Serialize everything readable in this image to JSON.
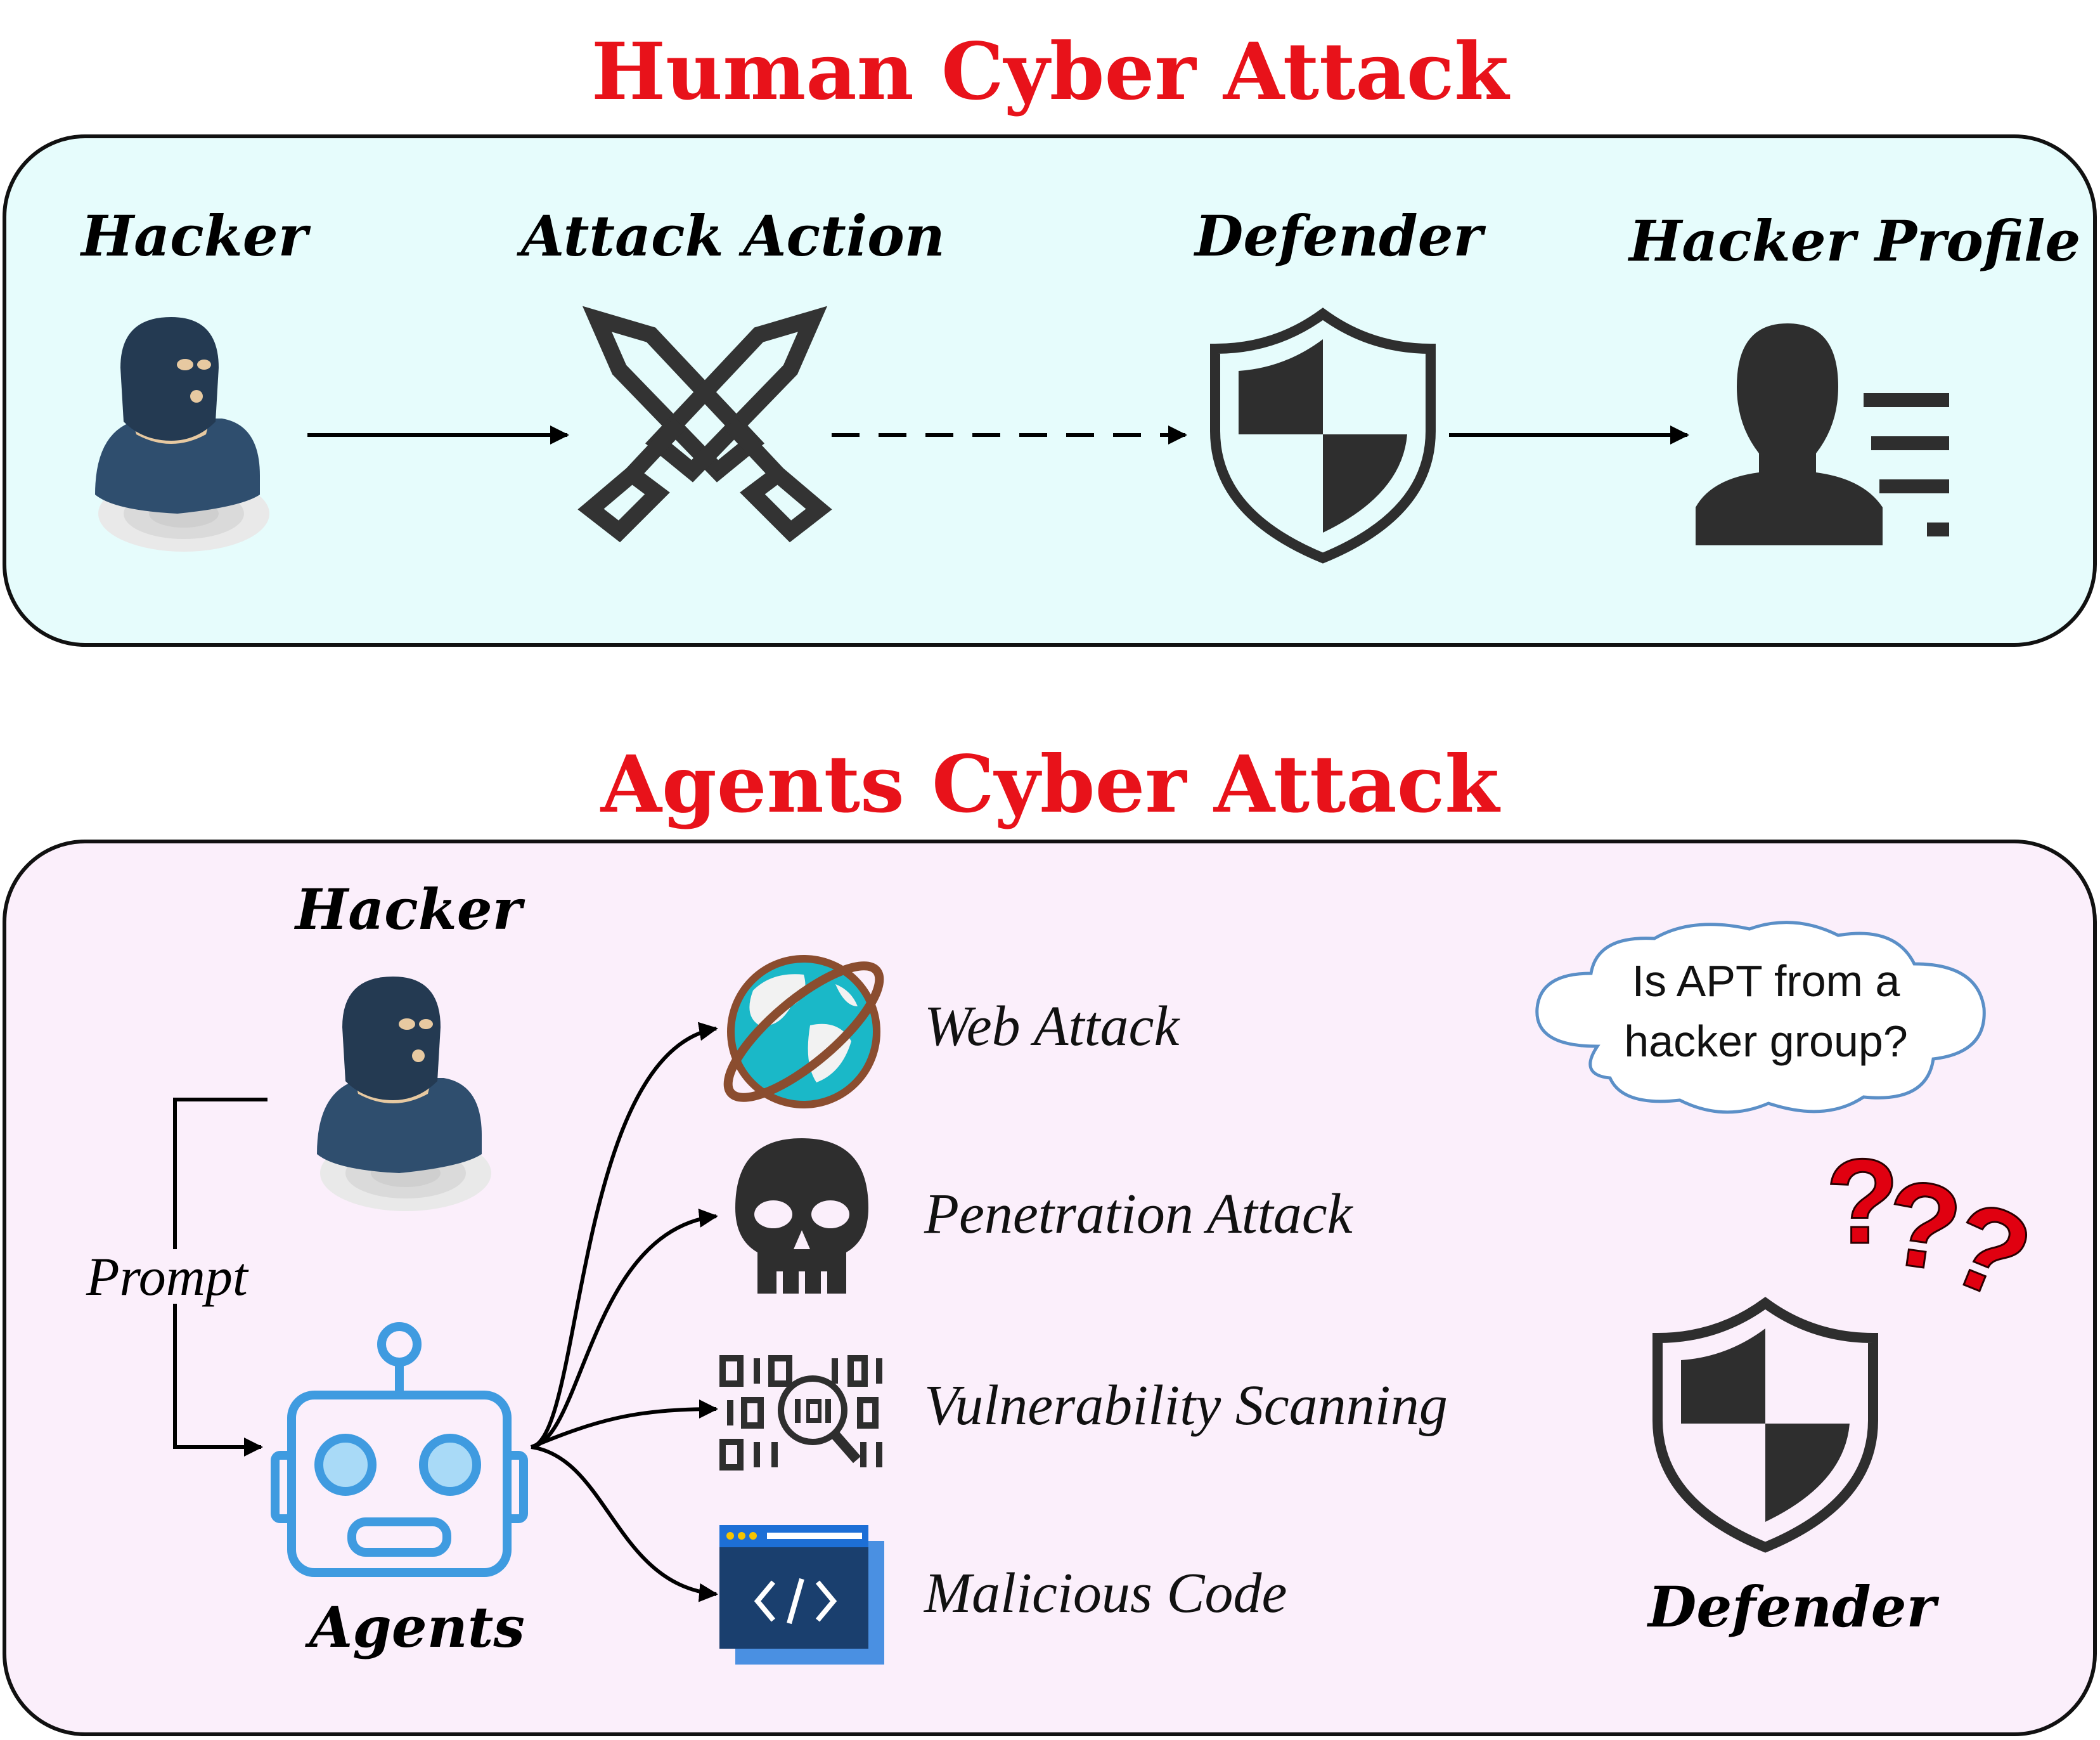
{
  "colors": {
    "title_red": "#e8121a",
    "top_panel_bg": "#e6fcfc",
    "bottom_panel_bg": "#fbeffb",
    "icon_dark": "#2e2e2e",
    "hacker_blue": "#2f4e6e",
    "robot_blue": "#3f9be0",
    "question_red": "#e00010"
  },
  "human": {
    "title": "Human Cyber Attack",
    "hacker_label": "Hacker",
    "attack_label": "Attack Action",
    "defender_label": "Defender",
    "profile_label": "Hacker Profile"
  },
  "agents_section": {
    "title": "Agents Cyber Attack",
    "hacker_label": "Hacker",
    "prompt_label": "Prompt",
    "agents_label": "Agents",
    "defender_label": "Defender",
    "attacks": [
      {
        "label": "Web Attack",
        "icon": "globe-planet-icon"
      },
      {
        "label": "Penetration Attack",
        "icon": "skull-icon"
      },
      {
        "label": "Vulnerability Scanning",
        "icon": "binary-scan-icon"
      },
      {
        "label": "Malicious Code",
        "icon": "code-window-icon"
      }
    ],
    "question_line1": "Is APT from a",
    "question_line2": "hacker group?",
    "question_marks": "???"
  }
}
